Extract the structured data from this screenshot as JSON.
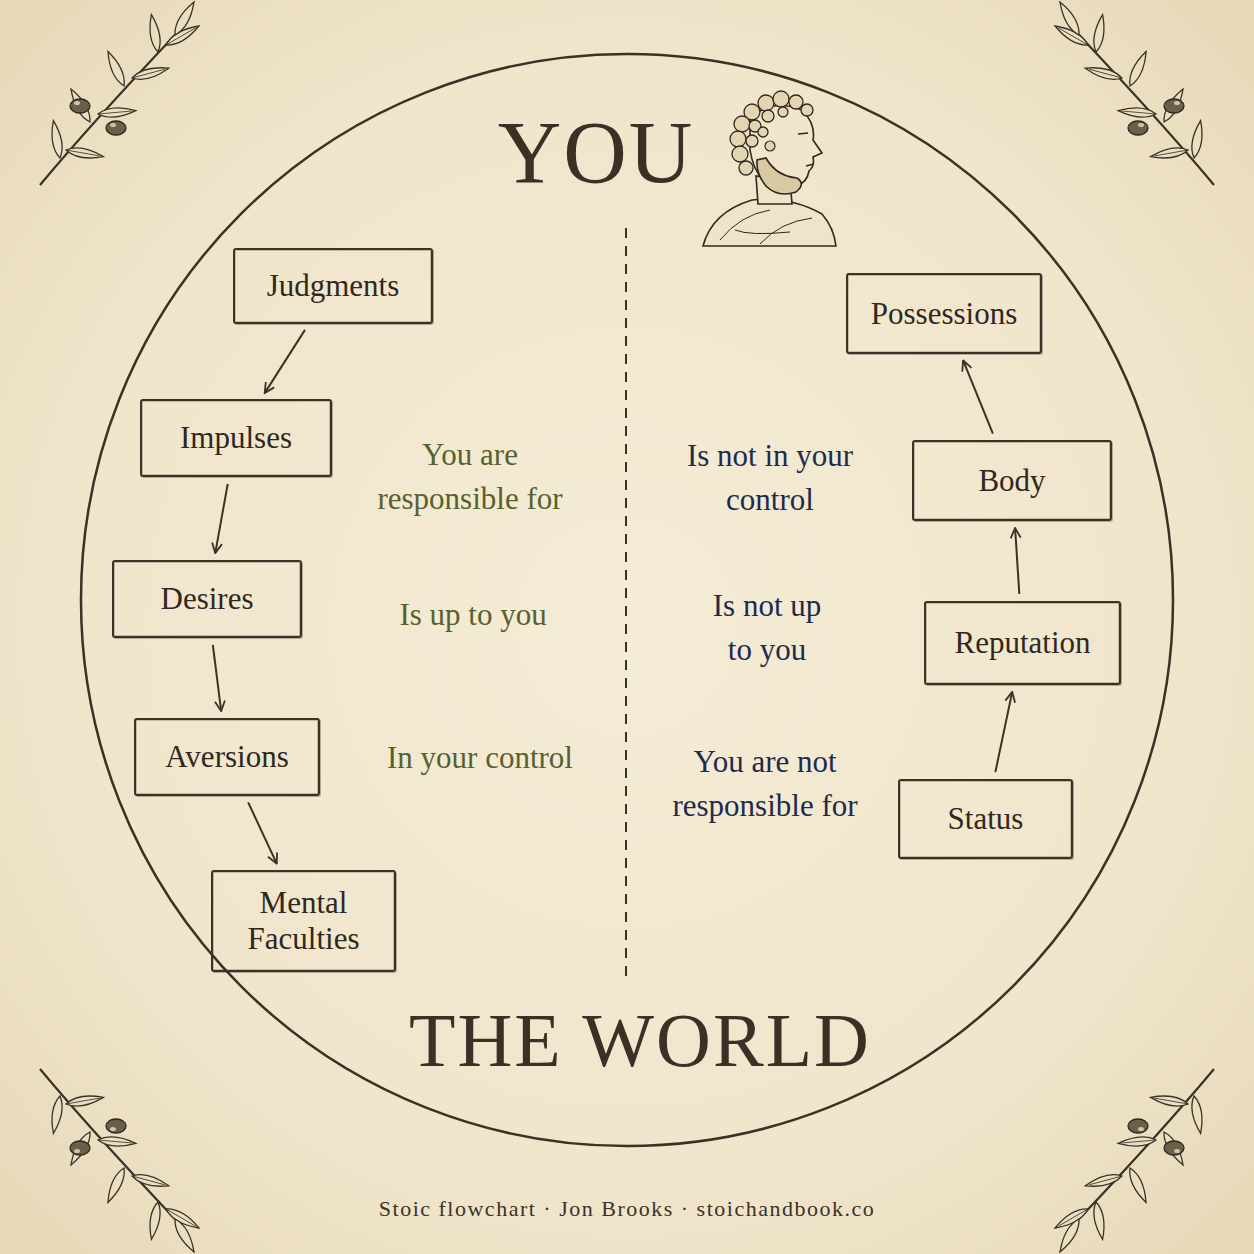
{
  "diagram": {
    "caption": "Stoic flowchart · Jon Brooks · stoichandbook.co",
    "nodes": [
      {
        "text": [
          "YOU",
          "THE WORLD"
        ]
      },
      {
        "text": [
          "Judgments"
        ],
        "in": 0
      },
      {
        "text": [
          "Impulses"
        ],
        "in": 0
      },
      {
        "text": [
          "Desires"
        ],
        "in": 0
      },
      {
        "text": [
          "Aversions"
        ],
        "in": 0
      },
      {
        "text": [
          "Mental Faculties"
        ],
        "in": 0
      },
      {
        "text": [
          "Possessions"
        ],
        "in": 0
      },
      {
        "text": [
          "Body"
        ],
        "in": 0
      },
      {
        "text": [
          "Reputation"
        ],
        "in": 0
      },
      {
        "text": [
          "Status"
        ],
        "in": 0
      }
    ],
    "edges": [
      {
        "from": 1,
        "to": 2,
        "arrow": "to"
      },
      {
        "from": 2,
        "to": 3,
        "arrow": "to"
      },
      {
        "from": 3,
        "to": 4,
        "arrow": "to"
      },
      {
        "from": 4,
        "to": 5,
        "arrow": "to"
      },
      {
        "from": 9,
        "to": 8,
        "arrow": "to"
      },
      {
        "from": 8,
        "to": 7,
        "arrow": "to"
      },
      {
        "from": 7,
        "to": 6,
        "arrow": "to"
      }
    ],
    "labels": [
      "You are responsible for",
      "Is up to you",
      "In your control",
      "Is not in your control",
      "Is not up to you",
      "You are not responsible for"
    ]
  }
}
